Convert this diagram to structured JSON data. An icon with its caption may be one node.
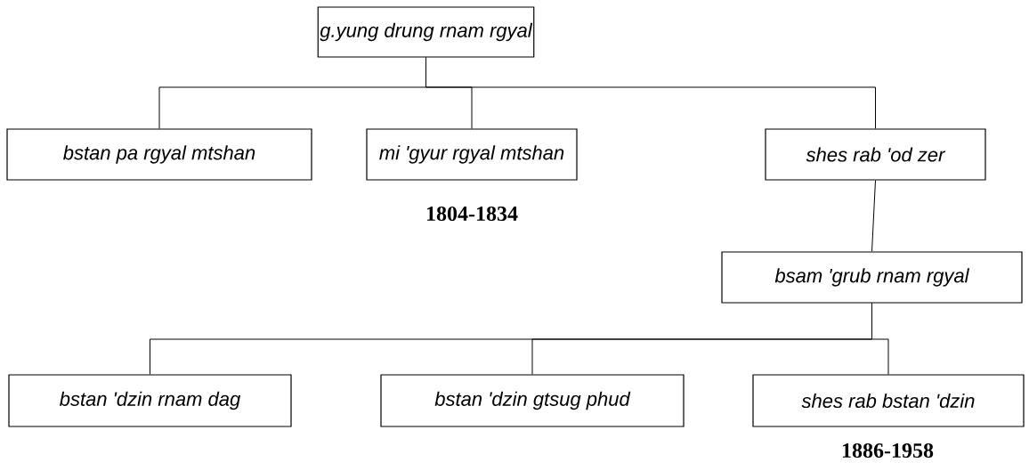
{
  "diagram": {
    "nodes": [
      {
        "text": [
          "g.yung drung rnam rgyal"
        ]
      },
      {
        "text": [
          "bstan pa rgyal mtshan"
        ]
      },
      {
        "text": [
          "mi 'gyur rgyal mtshan"
        ],
        "beside": [
          "1804-1834"
        ]
      },
      {
        "text": [
          "shes rab 'od zer"
        ]
      },
      {
        "text": [
          "bsam 'grub rnam rgyal"
        ]
      },
      {
        "text": [
          "bstan 'dzin rnam dag"
        ]
      },
      {
        "text": [
          "bstan 'dzin gtsug phud"
        ]
      },
      {
        "text": [
          "shes rab bstan 'dzin"
        ],
        "beside": [
          "1886-1958"
        ]
      }
    ],
    "edges": [
      {
        "from": 0,
        "to": 1,
        "arrow": "none"
      },
      {
        "from": 0,
        "to": 2,
        "arrow": "none"
      },
      {
        "from": 0,
        "to": 3,
        "arrow": "none"
      },
      {
        "from": 3,
        "to": 4,
        "arrow": "none"
      },
      {
        "from": 4,
        "to": 5,
        "arrow": "none"
      },
      {
        "from": 4,
        "to": 6,
        "arrow": "none"
      },
      {
        "from": 4,
        "to": 7,
        "arrow": "none"
      }
    ]
  }
}
